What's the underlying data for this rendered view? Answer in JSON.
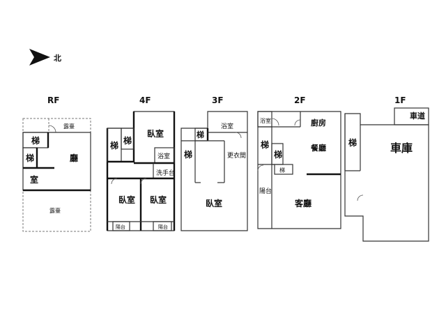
{
  "compass": {
    "label": "北"
  },
  "floors": {
    "rf": {
      "label": "RF",
      "rooms": {
        "terrace_top": "露臺",
        "stair1": "梯",
        "stair2": "梯",
        "hall": "廳",
        "room": "室",
        "terrace_bottom": "露臺"
      }
    },
    "f4": {
      "label": "4F",
      "rooms": {
        "stair1": "梯",
        "stair2": "梯",
        "bedroom_top": "臥室",
        "bath": "浴室",
        "washbasin": "洗手台",
        "bedroom_left": "臥室",
        "bedroom_right": "臥室",
        "balcony_left": "陽台",
        "balcony_right": "陽台"
      }
    },
    "f3": {
      "label": "3F",
      "rooms": {
        "bath": "浴室",
        "stair1": "梯",
        "stair2": "梯",
        "closet": "更衣間",
        "bedroom": "臥室"
      }
    },
    "f2": {
      "label": "2F",
      "rooms": {
        "bath": "浴室",
        "kitchen": "廚房",
        "stair1": "梯",
        "stair2": "梯",
        "dining": "餐廳",
        "stair3": "梯",
        "balcony": "陽台",
        "living": "客廳"
      }
    },
    "f1": {
      "label": "1F",
      "rooms": {
        "driveway": "車道",
        "stair": "梯",
        "garage": "車庫"
      }
    }
  }
}
